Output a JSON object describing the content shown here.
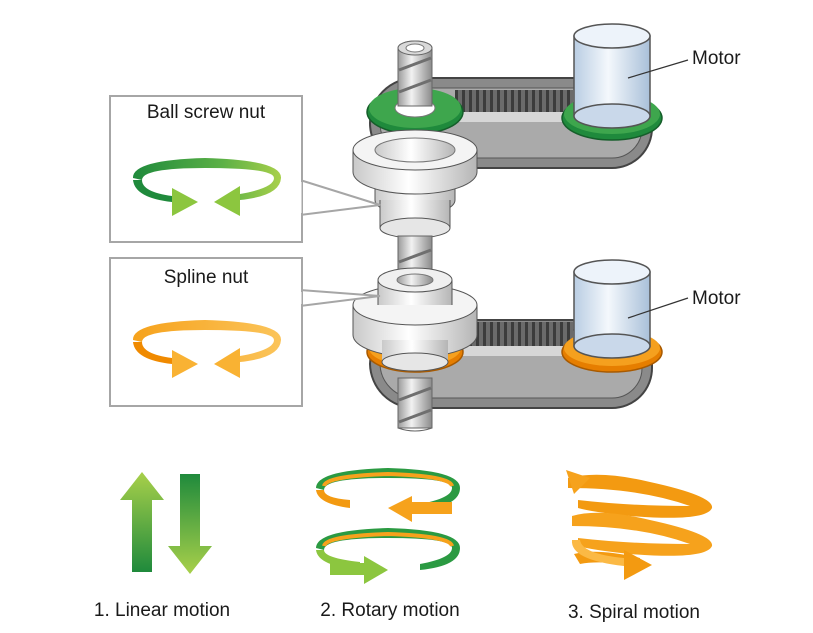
{
  "labels": {
    "ball_screw_nut": "Ball screw nut",
    "spline_nut": "Spline nut",
    "motor_upper": "Motor",
    "motor_lower": "Motor"
  },
  "motions": [
    {
      "label": "1. Linear motion",
      "icon": "linear-motion-arrows-icon"
    },
    {
      "label": "2. Rotary motion",
      "icon": "rotary-motion-arrows-icon"
    },
    {
      "label": "3. Spiral motion",
      "icon": "spiral-motion-arrow-icon"
    }
  ],
  "colors": {
    "green_dark": "#1f8a3c",
    "green_light": "#9ccb3b",
    "orange_dark": "#f08a00",
    "orange_light": "#f9b233",
    "belt_gray": "#8c8c8c",
    "belt_dark": "#555555",
    "motor_blue": "#dfeaf6",
    "box_border": "#a6a6a6"
  }
}
